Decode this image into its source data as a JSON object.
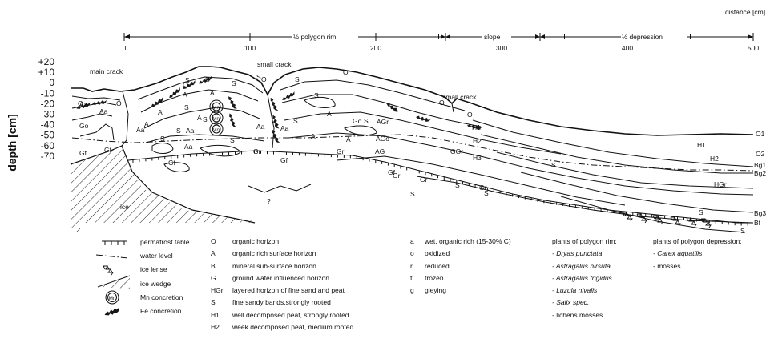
{
  "axis": {
    "distance_label": "distance [cm]",
    "depth_label": "depth [cm]",
    "x_ticks": [
      "0",
      "100",
      "200",
      "300",
      "400",
      "500"
    ],
    "y_ticks": [
      "+20",
      "+10",
      "0",
      "-10",
      "-20",
      "-30",
      "-40",
      "-50",
      "-60",
      "-70"
    ]
  },
  "zones": {
    "rim": "½ polygon rim",
    "slope": "slope",
    "depression": "½ depression"
  },
  "annotations": {
    "main_crack": "main crack",
    "small_crack_top": "small crack",
    "small_crack_right": "small crack",
    "ice": "ice",
    "question": "?"
  },
  "horizon_labels": [
    {
      "t": "O"
    },
    {
      "t": "O"
    },
    {
      "t": "O"
    },
    {
      "t": "O"
    },
    {
      "t": "O"
    },
    {
      "t": "O"
    },
    {
      "t": "O"
    },
    {
      "t": "S"
    },
    {
      "t": "S"
    },
    {
      "t": "S"
    },
    {
      "t": "S"
    },
    {
      "t": "S"
    },
    {
      "t": "S"
    },
    {
      "t": "S"
    },
    {
      "t": "S"
    },
    {
      "t": "S"
    },
    {
      "t": "S"
    },
    {
      "t": "S"
    },
    {
      "t": "S"
    },
    {
      "t": "S"
    },
    {
      "t": "S"
    },
    {
      "t": "S"
    },
    {
      "t": "S"
    },
    {
      "t": "S"
    },
    {
      "t": "S"
    },
    {
      "t": "S"
    },
    {
      "t": "A"
    },
    {
      "t": "A"
    },
    {
      "t": "A"
    },
    {
      "t": "A"
    },
    {
      "t": "A"
    },
    {
      "t": "A"
    },
    {
      "t": "A"
    },
    {
      "t": "A"
    },
    {
      "t": "Aa"
    },
    {
      "t": "Aa"
    },
    {
      "t": "Aa"
    },
    {
      "t": "Aa"
    },
    {
      "t": "Aa"
    },
    {
      "t": "Aa"
    },
    {
      "t": "Aa"
    },
    {
      "t": "Go"
    },
    {
      "t": "Go"
    },
    {
      "t": "Gf"
    },
    {
      "t": "Gf"
    },
    {
      "t": "Gf"
    },
    {
      "t": "Gf"
    },
    {
      "t": "Gf"
    },
    {
      "t": "Gr"
    },
    {
      "t": "Gr"
    },
    {
      "t": "Gr"
    },
    {
      "t": "Gr"
    },
    {
      "t": "Gr"
    },
    {
      "t": "AGr"
    },
    {
      "t": "AGo"
    },
    {
      "t": "AG"
    },
    {
      "t": "GOr"
    },
    {
      "t": "H1"
    },
    {
      "t": "H1"
    },
    {
      "t": "H2"
    },
    {
      "t": "H2"
    },
    {
      "t": "H3"
    },
    {
      "t": "O1"
    },
    {
      "t": "O2"
    },
    {
      "t": "Bg1"
    },
    {
      "t": "Bg2"
    },
    {
      "t": "Bg3"
    },
    {
      "t": "Bf"
    },
    {
      "t": "HGr"
    },
    {
      "t": "Mn"
    },
    {
      "t": "Mn"
    },
    {
      "t": "Mn"
    }
  ],
  "legend": {
    "symbols": [
      "permafrost table",
      "water level",
      "ice lense",
      "ice wedge",
      "Mn concretion",
      "Fe concretion"
    ],
    "mn_glyph": "Mn",
    "horizons": [
      {
        "code": "O",
        "desc": "organic horizon"
      },
      {
        "code": "A",
        "desc": "organic rich surface horizon"
      },
      {
        "code": "B",
        "desc": "mineral sub-surface horizon"
      },
      {
        "code": "G",
        "desc": "ground water influenced horizon"
      },
      {
        "code": "HGr",
        "desc": "layered horizon of fine sand and peat"
      },
      {
        "code": "S",
        "desc": "fine sandy bands,strongly rooted"
      },
      {
        "code": "H1",
        "desc": "well decomposed peat, strongly rooted"
      },
      {
        "code": "H2",
        "desc": "week decomposed peat, medium rooted"
      }
    ],
    "suffixes": [
      {
        "code": "a",
        "desc": "wet, organic rich (15-30% C)"
      },
      {
        "code": "o",
        "desc": "oxidized"
      },
      {
        "code": "r",
        "desc": "reduced"
      },
      {
        "code": "f",
        "desc": "frozen"
      },
      {
        "code": "g",
        "desc": "gleying"
      }
    ],
    "rim_plants_title": "plants of polygon rim:",
    "rim_plants": [
      "- Dryas punctata",
      "- Astragalus hirsuta",
      "- Astragalus frigidus",
      "- Luzula nivalis",
      "- Salix spec.",
      "- lichens  mosses"
    ],
    "depression_plants_title": "plants of polygon depression:",
    "depression_plants": [
      "- Carex aquatilis",
      "- mosses"
    ]
  }
}
